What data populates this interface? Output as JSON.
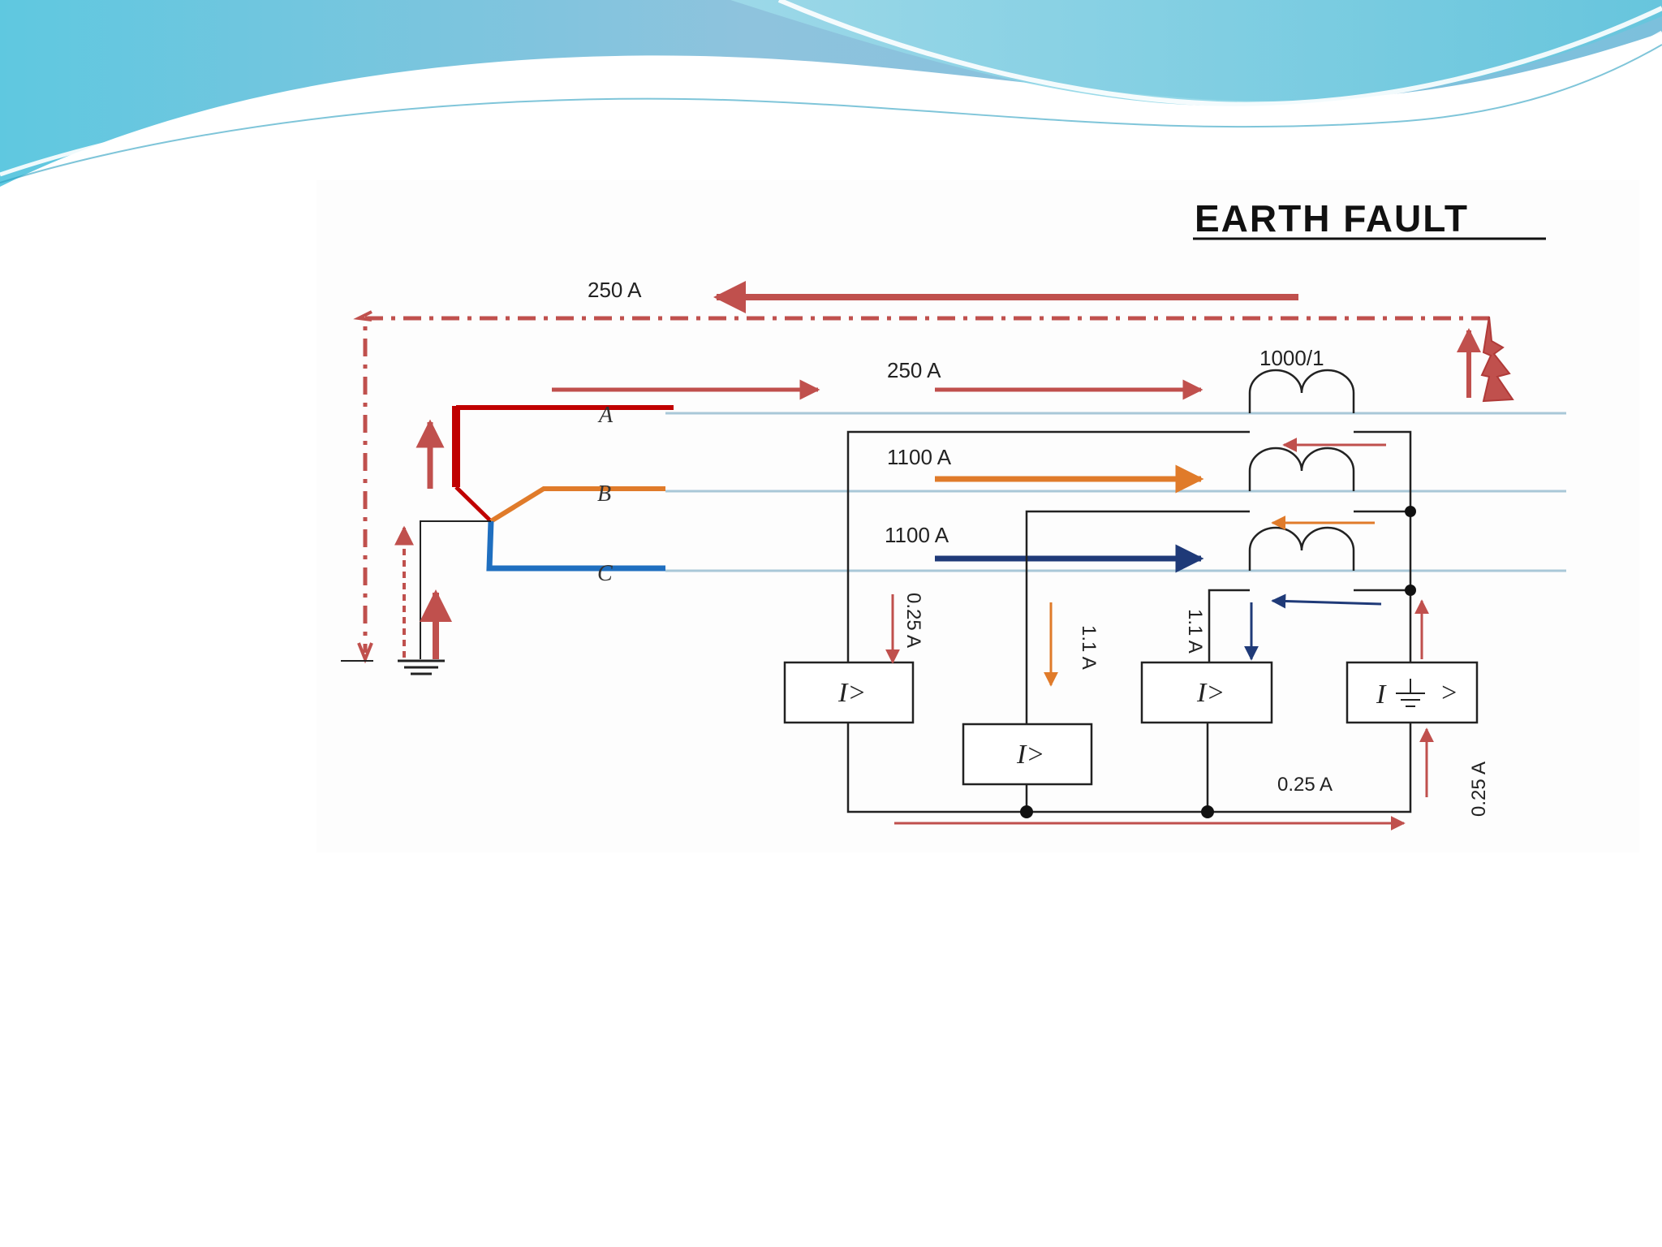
{
  "diagram": {
    "title": "EARTH  FAULT",
    "ct_ratio": "1000/1",
    "currents": {
      "earth_return": "250 A",
      "phase_a": "250 A",
      "phase_b": "1100 A",
      "phase_c": "1100 A",
      "relay_a": "0.25 A",
      "relay_b": "1.1 A",
      "relay_c": "1.1 A",
      "residual": "0.25 A",
      "earth_relay": "0.25 A"
    },
    "phases": {
      "a": "A",
      "b": "B",
      "c": "C"
    },
    "relays": {
      "overcurrent": "I>",
      "earth_fault_prefix": "I",
      "earth_fault_suffix": ">"
    },
    "colors": {
      "fault_arrow": "#c0504d",
      "phase_a": "#c00000",
      "phase_b": "#e07b2a",
      "phase_c": "#1f6fc0",
      "phase_c_arrow": "#1f3a78",
      "busbar": "#a9c8d8",
      "wire": "#222222"
    }
  }
}
